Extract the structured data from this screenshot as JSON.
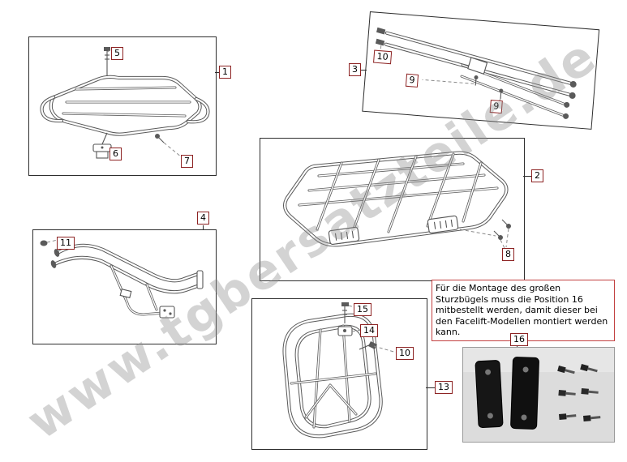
{
  "watermark": "www.tgbersatzteile.de",
  "note": {
    "text": "Für die Montage des großen Sturzbügels muss die Position 16 mitbestellt werden, damit dieser bei den Facelift-Modellen montiert werden kann."
  },
  "assemblies": [
    {
      "ref": "1",
      "callouts": [
        "5",
        "6",
        "7"
      ]
    },
    {
      "ref": "3",
      "callouts": [
        "10",
        "9",
        "9"
      ]
    },
    {
      "ref": "2",
      "callouts": [
        "8"
      ]
    },
    {
      "ref": "4",
      "callouts": [
        "11"
      ]
    },
    {
      "ref": "13",
      "callouts": [
        "15",
        "14",
        "10"
      ]
    },
    {
      "ref": "16",
      "callouts": []
    }
  ],
  "colors": {
    "callout_border": "#8d2323",
    "note_border": "#c24040",
    "box_border": "#2e2e2e",
    "line_art": "#5a5a5a",
    "watermark": "#8c8c8c"
  }
}
